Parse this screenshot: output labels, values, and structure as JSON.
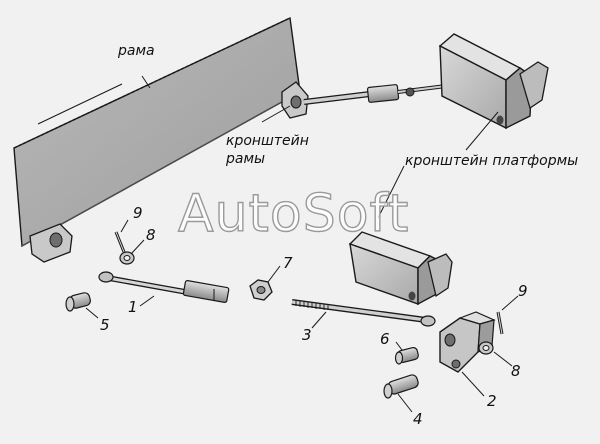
{
  "labels": {
    "frame": "рама",
    "frame_bracket_line1": "кронштейн",
    "frame_bracket_line2": "рамы",
    "platform_bracket": "кронштейн платформы"
  },
  "callouts": {
    "n1": "1",
    "n2": "2",
    "n3": "3",
    "n4": "4",
    "n5": "5",
    "n6": "6",
    "n7": "7",
    "n8_left": "8",
    "n8_right": "8",
    "n9_left": "9",
    "n9_right": "9"
  },
  "watermark": "AutoSoft",
  "colors": {
    "background": "#f1f1f1",
    "part_fill": "#cfcfcf",
    "part_dark": "#8e8e8e",
    "outline": "#1a1a1a"
  }
}
